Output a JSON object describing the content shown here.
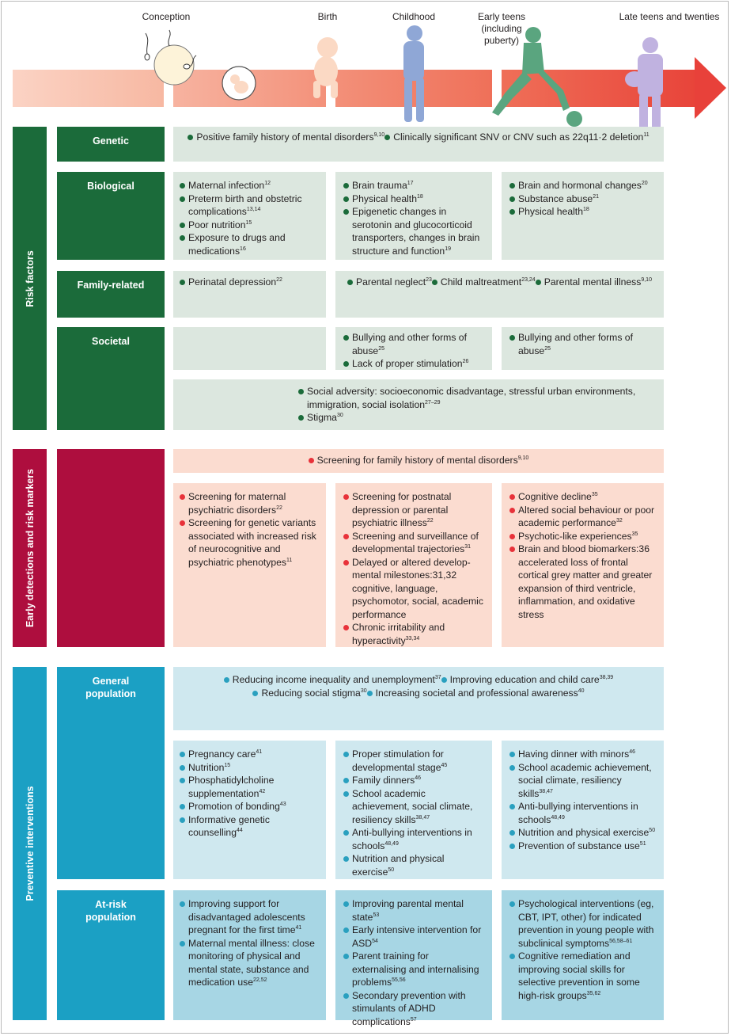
{
  "stages": [
    "Conception",
    "Birth",
    "Childhood",
    "Early teens\n(including\npuberty)",
    "Late teens and twenties"
  ],
  "colors": {
    "risk": "#1b6b3a",
    "early": "#ae0e3e",
    "prevent": "#1ba0c4",
    "arrow_end": "#e8413a"
  },
  "sections": {
    "risk_factors": "Risk factors",
    "early_detection": "Early detections and risk markers",
    "preventive": "Preventive interventions"
  },
  "categories": {
    "genetic": "Genetic",
    "biological": "Biological",
    "family": "Family-related",
    "societal": "Societal",
    "general_population": "General\npopulation",
    "at_risk_population": "At-risk\npopulation"
  },
  "boxes": {
    "genetic_all": [
      {
        "t": "Positive family history of mental disorders",
        "s": "9,10"
      },
      {
        "t": "Clinically significant SNV or CNV such as 22q11·2 deletion",
        "s": "11"
      }
    ],
    "bio_prenatal": [
      {
        "t": "Maternal infection",
        "s": "12"
      },
      {
        "t": "Preterm birth and obstetric complications",
        "s": "13,14"
      },
      {
        "t": "Poor nutrition",
        "s": "15"
      },
      {
        "t": "Exposure to drugs and medications",
        "s": "16"
      }
    ],
    "bio_childhood": [
      {
        "t": "Brain trauma",
        "s": "17"
      },
      {
        "t": "Physical health",
        "s": "18"
      },
      {
        "t": "Epigenetic changes in serotonin and glucocorticoid transporters, changes in brain structure and function",
        "s": "19"
      }
    ],
    "bio_teens": [
      {
        "t": "Brain and hormonal changes",
        "s": "20"
      },
      {
        "t": "Substance abuse",
        "s": "21"
      },
      {
        "t": "Physical health",
        "s": "18"
      }
    ],
    "family_prenatal": [
      {
        "t": "Perinatal depression",
        "s": "22"
      }
    ],
    "family_later": [
      {
        "t": "Parental neglect",
        "s": "23"
      },
      {
        "t": "Child maltreatment",
        "s": "23,24"
      },
      {
        "t": "Parental mental illness",
        "s": "9,10"
      }
    ],
    "societal_childhood": [
      {
        "t": "Bullying and other forms of abuse",
        "s": "25"
      },
      {
        "t": "Lack of proper stimulation",
        "s": "26"
      }
    ],
    "societal_teens": [
      {
        "t": "Bullying and other forms of abuse",
        "s": "25"
      }
    ],
    "societal_all": [
      {
        "t": "Social adversity: socioeconomic disadvantage, stressful urban environments, immigration, social isolation",
        "s": "27–29"
      },
      {
        "t": "Stigma",
        "s": "30"
      }
    ],
    "early_all": [
      {
        "t": "Screening for family history of mental disorders",
        "s": "9,10"
      }
    ],
    "early_prenatal": [
      {
        "t": "Screening for maternal psychiatric disorders",
        "s": "22"
      },
      {
        "t": "Screening for genetic variants associated with increased risk of neurocognitive and psychiatric phenotypes",
        "s": "11"
      }
    ],
    "early_childhood": [
      {
        "t": "Screening for postnatal depression or parental psychiatric illness",
        "s": "22"
      },
      {
        "t": "Screening and surveillance of developmental trajectories",
        "s": "31"
      },
      {
        "t": "Delayed or altered develop-mental milestones:31,32 cognitive, language, psychomotor, social, academic performance",
        "s": ""
      },
      {
        "t": "Chronic irritability and hyperactivity",
        "s": "33,34"
      }
    ],
    "early_teens": [
      {
        "t": "Cognitive decline",
        "s": "35"
      },
      {
        "t": "Altered social behaviour or poor academic performance",
        "s": "32"
      },
      {
        "t": "Psychotic-like experiences",
        "s": "35"
      },
      {
        "t": "Brain and blood biomarkers:36 accelerated loss of frontal cortical grey matter and greater expansion of third ventricle, inflammation, and oxidative stress",
        "s": ""
      }
    ],
    "gen_all": [
      {
        "t": "Reducing income inequality and unemployment",
        "s": "37"
      },
      {
        "t": "Improving education and child care",
        "s": "38,39"
      },
      {
        "t": "Reducing social stigma",
        "s": "30"
      },
      {
        "t": "Increasing societal and professional awareness",
        "s": "40"
      }
    ],
    "gen_prenatal": [
      {
        "t": "Pregnancy care",
        "s": "41"
      },
      {
        "t": "Nutrition",
        "s": "15"
      },
      {
        "t": "Phosphatidylcholine supplementation",
        "s": "42"
      },
      {
        "t": "Promotion of bonding",
        "s": "43"
      },
      {
        "t": "Informative genetic counselling",
        "s": "44"
      }
    ],
    "gen_childhood": [
      {
        "t": "Proper stimulation for developmental stage",
        "s": "45"
      },
      {
        "t": "Family dinners",
        "s": "46"
      },
      {
        "t": "School academic achievement, social climate, resiliency skills",
        "s": "38,47"
      },
      {
        "t": "Anti-bullying interventions in schools",
        "s": "48,49"
      },
      {
        "t": "Nutrition and physical exercise",
        "s": "50"
      }
    ],
    "gen_teens": [
      {
        "t": "Having dinner with minors",
        "s": "46"
      },
      {
        "t": "School academic achievement, social climate, resiliency skills",
        "s": "38,47"
      },
      {
        "t": "Anti-bullying interventions in schools",
        "s": "48,49"
      },
      {
        "t": "Nutrition and physical exercise",
        "s": "50"
      },
      {
        "t": "Prevention of substance use",
        "s": "51"
      }
    ],
    "risk_prenatal": [
      {
        "t": "Improving support for disadvantaged adolescents pregnant for the first time",
        "s": "41"
      },
      {
        "t": "Maternal mental illness: close monitoring of physical and mental state, substance and medication use",
        "s": "22,52"
      }
    ],
    "risk_childhood": [
      {
        "t": "Improving parental mental state",
        "s": "53"
      },
      {
        "t": "Early intensive intervention for ASD",
        "s": "54"
      },
      {
        "t": "Parent training for externalising and internalising problems",
        "s": "55,56"
      },
      {
        "t": "Secondary prevention with stimulants of ADHD complications",
        "s": "57"
      }
    ],
    "risk_teens": [
      {
        "t": "Psychological interventions (eg, CBT, IPT, other) for indicated prevention in young people with subclinical symptoms",
        "s": "56,58–61"
      },
      {
        "t": "Cognitive remediation and improving social skills for selective prevention in some high-risk groups",
        "s": "35,62"
      }
    ]
  }
}
